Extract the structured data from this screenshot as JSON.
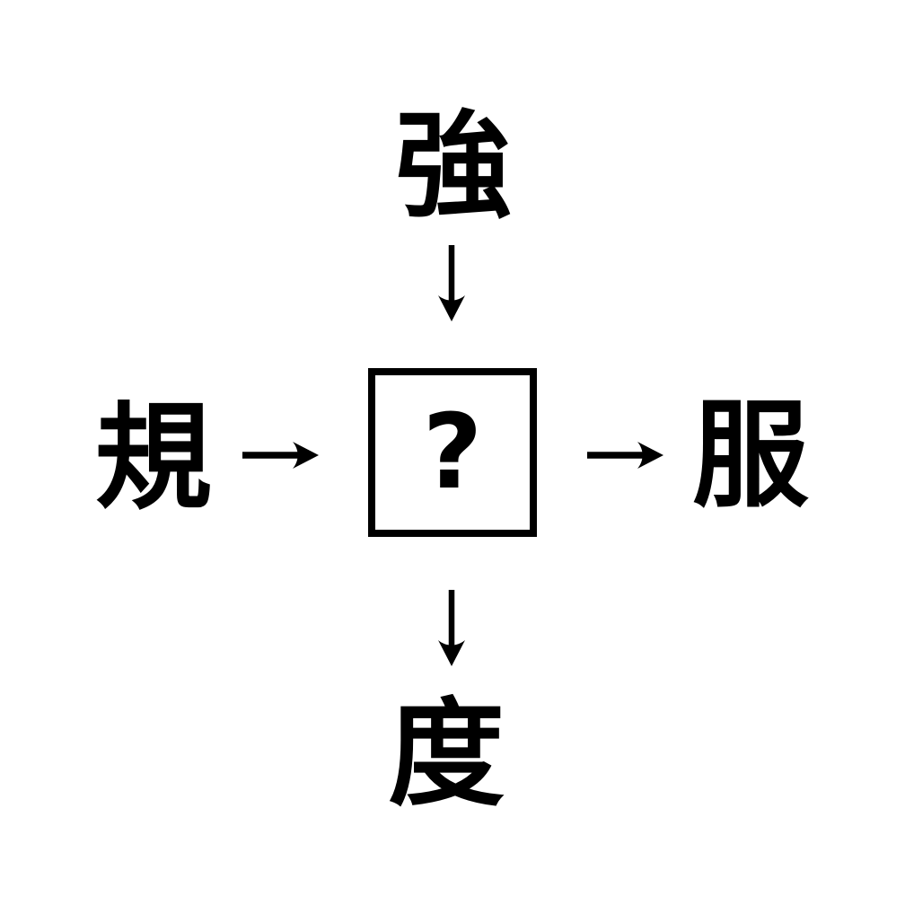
{
  "background_color": "#ffffff",
  "text_color": "#000000",
  "puzzle": {
    "question_placeholder": "?",
    "top": {
      "char": "強"
    },
    "left": {
      "char": "規"
    },
    "right": {
      "char": "服"
    },
    "bottom": {
      "char": "度"
    },
    "arrows": [
      {
        "from": "top-kanji",
        "to": "answer-box",
        "direction": "down"
      },
      {
        "from": "left-kanji",
        "to": "answer-box",
        "direction": "right"
      },
      {
        "from": "answer-box",
        "to": "right-kanji",
        "direction": "right"
      },
      {
        "from": "answer-box",
        "to": "bottom-kanji",
        "direction": "down"
      }
    ]
  }
}
